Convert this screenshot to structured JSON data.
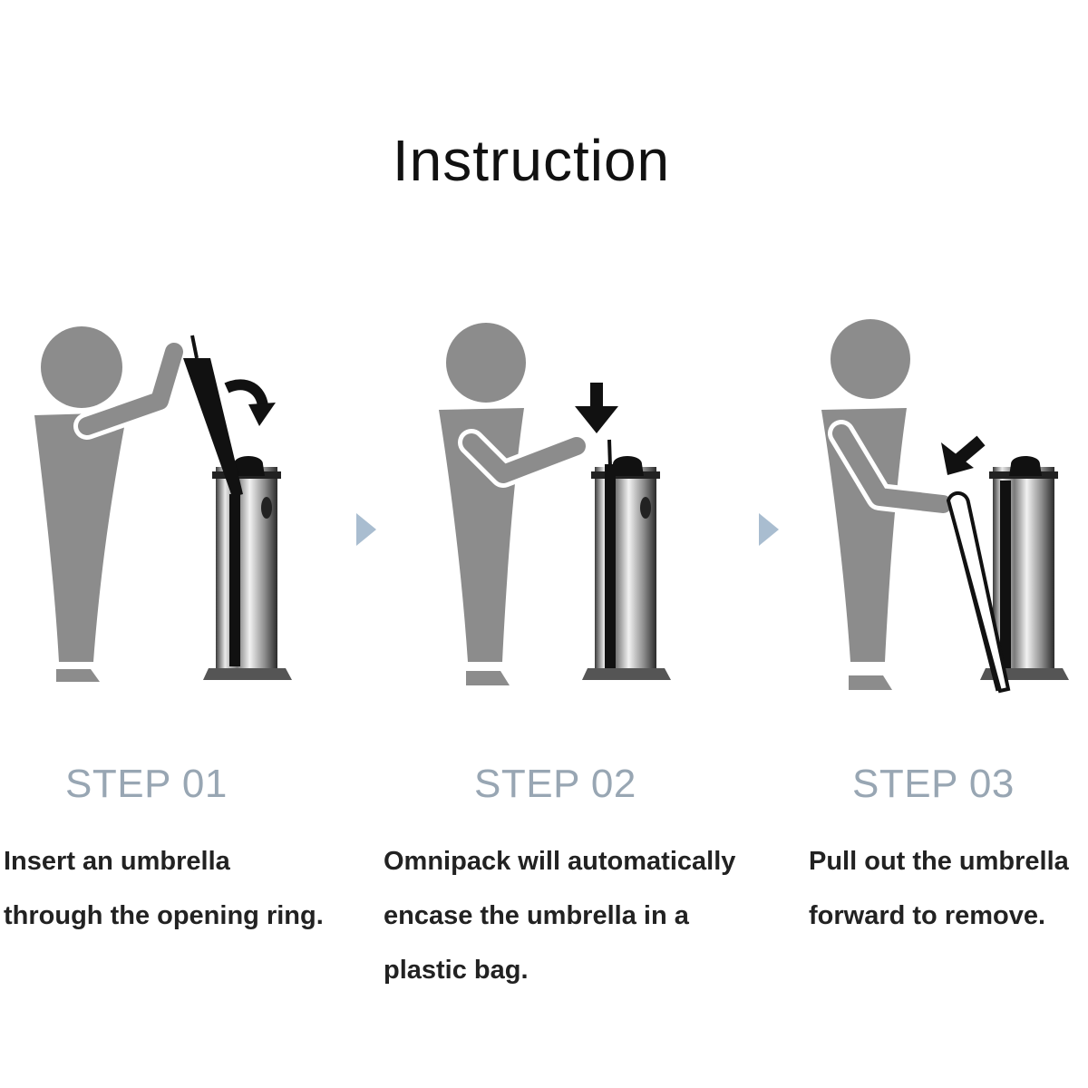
{
  "title": "Instruction",
  "colors": {
    "figure": "#8c8c8c",
    "step_label": "#98a6b3",
    "arrow_triangle": "#a9bdd0",
    "text": "#222222"
  },
  "steps": [
    {
      "label": "STEP 01",
      "lines": [
        "Insert an umbrella",
        "through the opening ring."
      ]
    },
    {
      "label": "STEP 02",
      "lines": [
        "Omnipack will automatically",
        "encase the umbrella in a",
        "plastic bag."
      ]
    },
    {
      "label": "STEP 03",
      "lines": [
        "Pull out the umbrella",
        "forward to remove."
      ]
    }
  ],
  "icons": {
    "person": "person-silhouette-icon",
    "machine": "umbrella-wrapping-machine-icon",
    "umbrella": "closed-umbrella-icon",
    "direction": "arrow-icon",
    "separator": "play-triangle-icon"
  }
}
